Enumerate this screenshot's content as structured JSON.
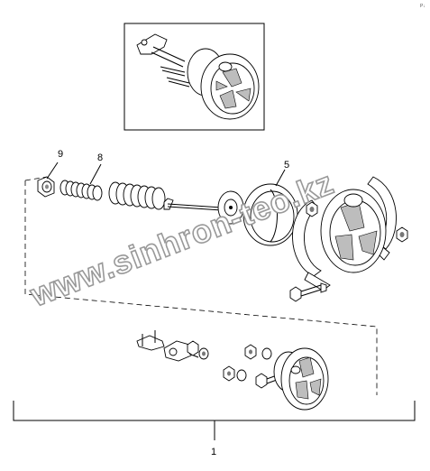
{
  "diagram": {
    "corner_mark": "P↓",
    "callouts": {
      "assembly": "1",
      "part_5": "5",
      "part_8": "8",
      "part_9": "9"
    },
    "watermark": "www.sinhron-teo.kz"
  }
}
